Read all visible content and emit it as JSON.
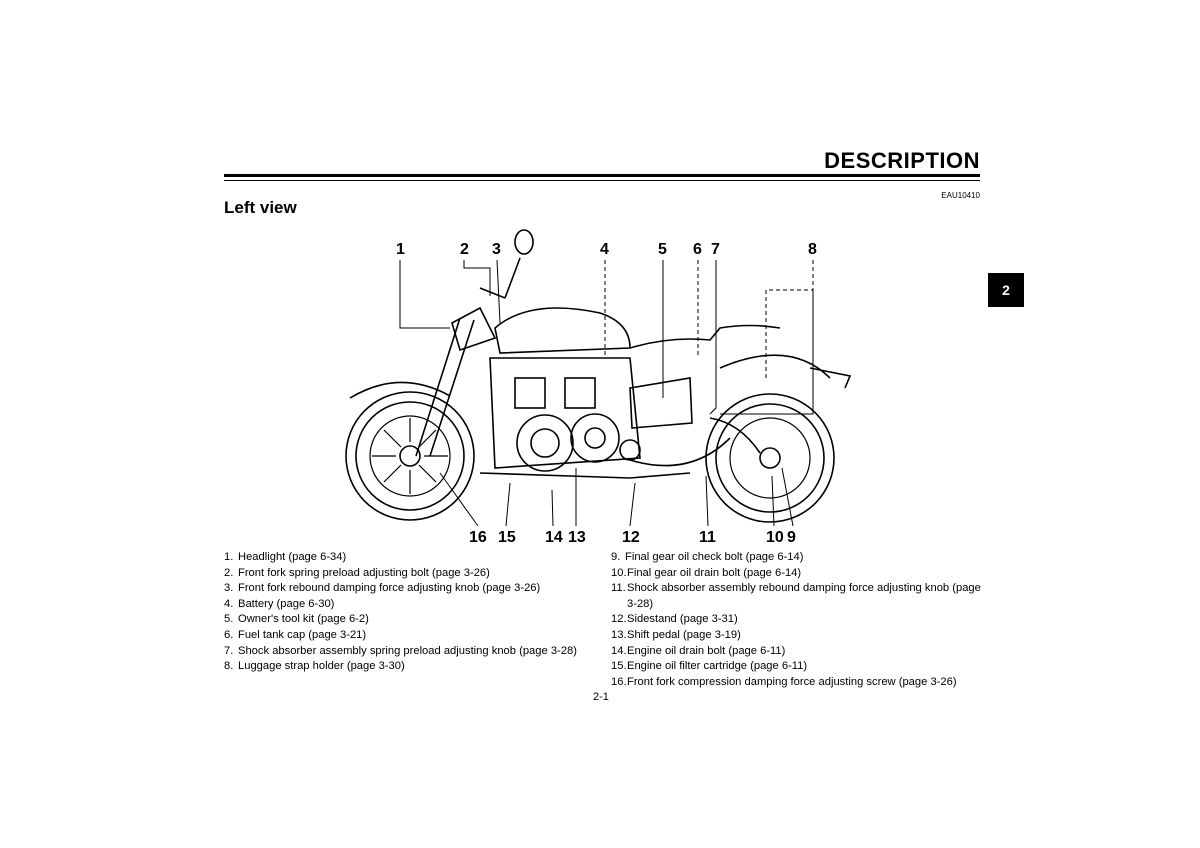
{
  "header": {
    "section_title": "DESCRIPTION",
    "doc_code": "EAU10410"
  },
  "subtitle": "Left view",
  "chapter_tab": "2",
  "callouts": {
    "top": [
      "1",
      "2",
      "3",
      "4",
      "5",
      "6",
      "7",
      "8"
    ],
    "bottom": [
      "16",
      "15",
      "14",
      "13",
      "12",
      "11",
      "10",
      "9"
    ]
  },
  "legend_left": [
    {
      "num": "1.",
      "text": "Headlight (page 6-34)"
    },
    {
      "num": "2.",
      "text": "Front fork spring preload adjusting bolt (page 3-26)"
    },
    {
      "num": "3.",
      "text": "Front fork rebound damping force adjusting knob (page 3-26)"
    },
    {
      "num": "4.",
      "text": "Battery (page 6-30)"
    },
    {
      "num": "5.",
      "text": "Owner's tool kit (page 6-2)"
    },
    {
      "num": "6.",
      "text": "Fuel tank cap (page 3-21)"
    },
    {
      "num": "7.",
      "text": "Shock absorber assembly spring preload adjusting knob (page 3-28)"
    },
    {
      "num": "8.",
      "text": "Luggage strap holder (page 3-30)"
    }
  ],
  "legend_right": [
    {
      "num": "9.",
      "text": "Final gear oil check bolt (page 6-14)"
    },
    {
      "num": "10.",
      "text": "Final gear oil drain bolt (page 6-14)"
    },
    {
      "num": "11.",
      "text": "Shock absorber assembly rebound damping force adjusting knob (page 3-28)"
    },
    {
      "num": "12.",
      "text": "Sidestand (page 3-31)"
    },
    {
      "num": "13.",
      "text": "Shift pedal (page 3-19)"
    },
    {
      "num": "14.",
      "text": "Engine oil drain bolt (page 6-11)"
    },
    {
      "num": "15.",
      "text": "Engine oil filter cartridge (page 6-11)"
    },
    {
      "num": "16.",
      "text": "Front fork compression damping force adjusting screw (page 3-26)"
    }
  ],
  "page_number": "2-1",
  "icons": [
    "motorcycle-left-view-illustration"
  ]
}
